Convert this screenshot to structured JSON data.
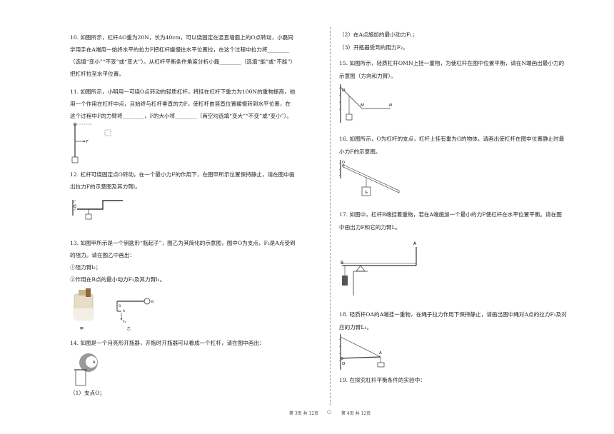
{
  "left": {
    "q10": {
      "l1": "10. 如图所示，杠杆AO重为20N，长为40cm，可以绕固定在竖直墙面上的O点转动，小磊同",
      "l2": "学用手在A端用一始终水平的拉力F把杠杆缓慢往水平位置拉，在这个过程中拉力将________",
      "l3": "（选填“变小”“不变”或“变大”）。从杠杆平衡条件角度分析小磊________（选填“能”或“不能”）",
      "l4": "把杠杆拉至水平位置。"
    },
    "q11": {
      "l1": "11. 如图所示，小明用一可绕O点转动的轻质杠杆，将挂在杠杆下重力为100N的重物提高，他",
      "l2": "用一个作用在杠杆中点，且始终与杠杆垂直的力F，使杠杆由竖直位置缓慢转到水平位置，在",
      "l3": "这个过程中F的力臂将________，F的大小将________（两空均选填“变大”“不变”或“变小”）。",
      "fig_label_f": "F"
    },
    "q12": {
      "l1": "12. 杠杆可绕固定点O转动，在一个最小力F的作用下，在图甲所示位置保持静止，请在图中画",
      "l2": "出拉力F的示意图及其力臂l。",
      "fig_label_o": "O"
    },
    "q13": {
      "l1": "13. 如图甲所示是一个钥匙形“瓶起子”，图乙为其简化的示意图，图中O为支点，F₂是A点受到",
      "l2": "的阻力。请在图乙中画出：",
      "l3": "①阻力臂l₂；",
      "l4": "②作用在B点的最小动力F₁及其力臂l₁。",
      "cap_a": "甲",
      "cap_b": "乙",
      "fig_o": "O",
      "fig_a": "A",
      "fig_b": "B",
      "fig_f2": "F₂"
    },
    "q14": {
      "l1": "14. 如图是一个月亮形开瓶器，开瓶时开瓶器可以看成一个杠杆，请在图中画出：",
      "l2": "（1）支点O；",
      "fig_a": "A"
    }
  },
  "right": {
    "q14cont": {
      "l1": "（2）在A点施加的最小动力F₁；",
      "l2": "（3）开瓶器受到的阻力F₂。"
    },
    "q15": {
      "l1": "15. 如图所示，轻质杠杆OMN上挂一重物，为使杠杆在图中位置平衡，请在N端画出最小力的",
      "l2": "示意图（方向和力臂）。",
      "fig_o": "O",
      "fig_m": "M",
      "fig_n": "N"
    },
    "q16": {
      "l1": "16. 如图所示，O为杠杆的支点，杠杆上挂有重为G的物体，请画出使杠杆在图中位置静止时最",
      "l2": "小力F的示意图。",
      "fig_o": "O",
      "fig_g": "G"
    },
    "q17": {
      "l1": "17. 如图中，杠杆B端挂着重物，若在A端施加一个最小的力F使杠杆在水平位置平衡。请在图",
      "l2": "中画出力F和它的力臂L。",
      "fig_a": "A",
      "fig_b": "B"
    },
    "q18": {
      "l1": "18. 轻质杆OA的A端挂一重物，在绳子拉力作用下保持静止，请画出图中绳对A点的拉力F₁及对",
      "l2": "应的力臂L₁。",
      "fig_o": "O",
      "fig_a": "A"
    },
    "q19": {
      "l1": "19. 在探究杠杆平衡条件的实验中："
    }
  },
  "footer": {
    "left_page": "第 3页 共 12页",
    "right_page": "第 4页 共 12页"
  }
}
